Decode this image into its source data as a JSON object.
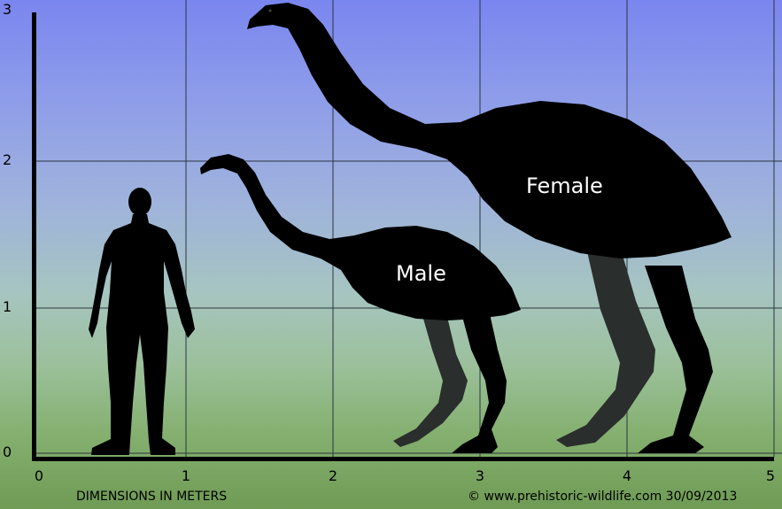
{
  "chart": {
    "x_ticks": [
      "0",
      "1",
      "2",
      "3",
      "4",
      "5"
    ],
    "y_ticks": [
      "0",
      "1",
      "2",
      "3"
    ],
    "x_caption": "DIMENSIONS IN METERS",
    "credit": "© www.prehistoric-wildlife.com 30/09/2013"
  },
  "figures": {
    "female_label": "Female",
    "male_label": "Male"
  },
  "colors": {
    "grid": "#2b3540",
    "silhouette": "#000000",
    "leg_shade": "#2a2e2c",
    "label": "#ffffff"
  }
}
